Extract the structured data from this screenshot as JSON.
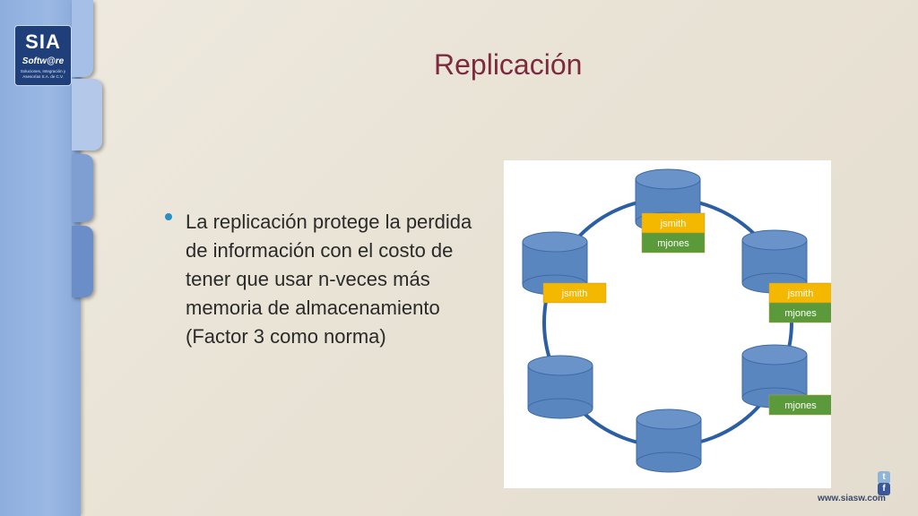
{
  "sidebar": {
    "logo": {
      "brand": "SIA",
      "product": "Softw@re",
      "tagline": "Soluciones, Integración y Asesorías S.A. de C.V."
    }
  },
  "slide": {
    "title": "Replicación",
    "bullet": "La replicación protege la perdida de información con el costo de tener que usar n-veces más memoria de almacenamiento (Factor 3 como norma)"
  },
  "diagram": {
    "ring_color": "#2b5ea3",
    "disk_color": "#5a86c0",
    "label_colors": {
      "jsmith": "#f5b800",
      "mjones": "#5b9a3a"
    },
    "nodes": [
      {
        "labels": [
          "jsmith",
          "mjones"
        ]
      },
      {
        "labels": [
          "jsmith",
          "mjones"
        ]
      },
      {
        "labels": [
          "mjones"
        ]
      },
      {
        "labels": []
      },
      {
        "labels": []
      },
      {
        "labels": [
          "jsmith"
        ]
      }
    ]
  },
  "footer": {
    "url": "www.siasw.com",
    "twitter_icon": "t",
    "facebook_icon": "f"
  }
}
